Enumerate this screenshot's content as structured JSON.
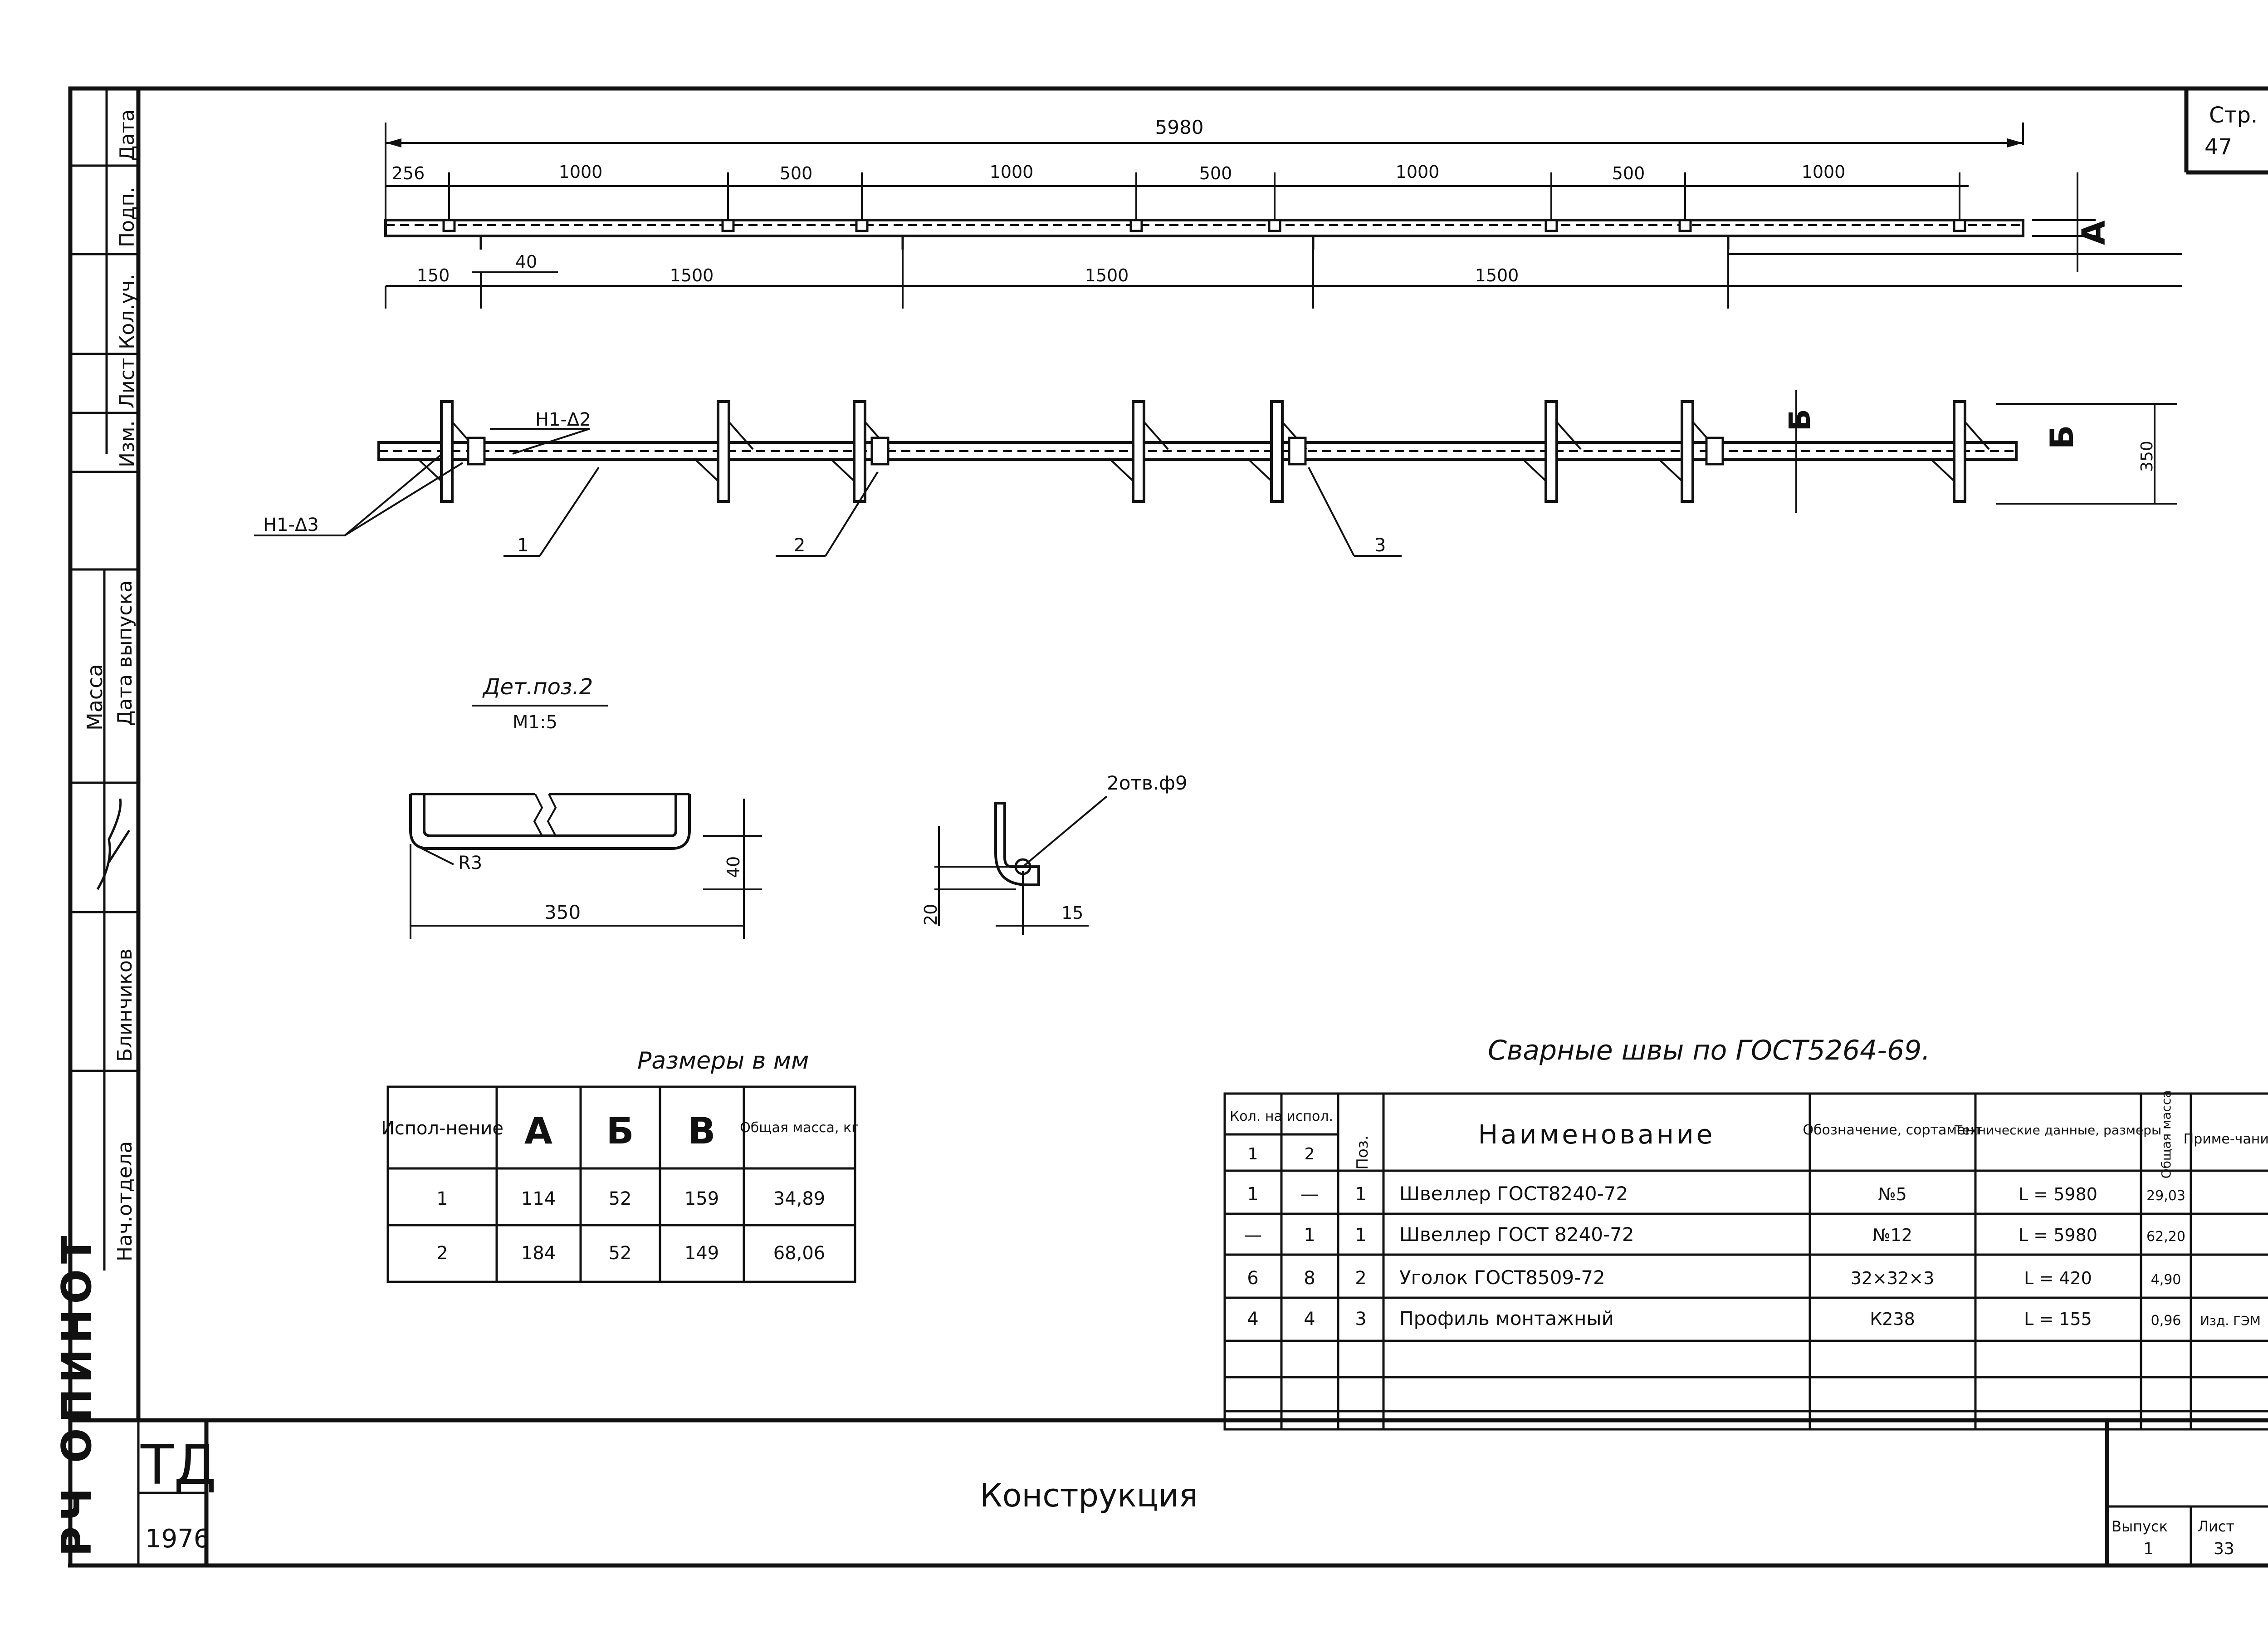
{
  "sheet": {
    "page_label": "Стр.",
    "page_number": "47",
    "title": "Конструкция",
    "td_code": "ТД",
    "year": "1976",
    "issue_label": "Выпуск",
    "issue_value": "1",
    "sheet_label": "Лист",
    "sheet_value": "33",
    "bottom_left_cut": "РЧ ОПИНОТ"
  },
  "side_stamp": {
    "cells": [
      "Дата",
      "Подп.",
      "Кол.уч.",
      "Лист",
      "Изм."
    ],
    "mass_label": "Масса",
    "release_date_label": "Дата выпуска",
    "author": "Блинчиков",
    "dept_head": "Нач.отдела"
  },
  "plan_view": {
    "overall": "5980",
    "top_segments": [
      "256",
      "1000",
      "500",
      "1000",
      "500",
      "1000",
      "500",
      "1000"
    ],
    "bottom_segments": [
      "150",
      "1500",
      "1500",
      "1500"
    ],
    "offset_40": "40",
    "section_a": "А"
  },
  "side_view": {
    "weld_note_top": "Н1-Δ2",
    "weld_note_left": "Н1-Δ3",
    "section_b": "Б",
    "height_350": "350",
    "pos_labels": [
      "1",
      "2",
      "3"
    ]
  },
  "detail": {
    "title": "Дет.поз.2",
    "scale": "М1:5",
    "radius": "R3",
    "length": "350",
    "height": "40",
    "holes": "2отв.ф9",
    "dim_20": "20",
    "dim_15": "15"
  },
  "dims_table": {
    "title": "Размеры в мм",
    "headers": [
      "Испол-нение",
      "А",
      "Б",
      "В",
      "Общая масса, кг"
    ],
    "rows": [
      [
        "1",
        "114",
        "52",
        "159",
        "34,89"
      ],
      [
        "2",
        "184",
        "52",
        "149",
        "68,06"
      ]
    ]
  },
  "spec_table": {
    "title": "Сварные швы по ГОСТ5264-69.",
    "headers": {
      "qty": "Кол. на испол.",
      "qty_1": "1",
      "qty_2": "2",
      "pos": "Поз.",
      "name": "Наименование",
      "designation": "Обозначение, сортамент",
      "tech": "Технические данные, размеры",
      "mass": "Общая масса",
      "note": "Приме-чание"
    },
    "rows": [
      {
        "q1": "1",
        "q2": "—",
        "pos": "1",
        "name": "Швеллер ГОСТ8240-72",
        "designation": "№5",
        "tech": "L = 5980",
        "mass": "29,03",
        "note": ""
      },
      {
        "q1": "—",
        "q2": "1",
        "pos": "1",
        "name": "Швеллер ГОСТ 8240-72",
        "designation": "№12",
        "tech": "L = 5980",
        "mass": "62,20",
        "note": ""
      },
      {
        "q1": "6",
        "q2": "8",
        "pos": "2",
        "name": "Уголок ГОСТ8509-72",
        "designation": "32×32×3",
        "tech": "L = 420",
        "mass": "4,90",
        "note": ""
      },
      {
        "q1": "4",
        "q2": "4",
        "pos": "3",
        "name": "Профиль монтажный",
        "designation": "К238",
        "tech": "L = 155",
        "mass": "0,96",
        "note": "Изд. ГЭМ"
      }
    ]
  }
}
